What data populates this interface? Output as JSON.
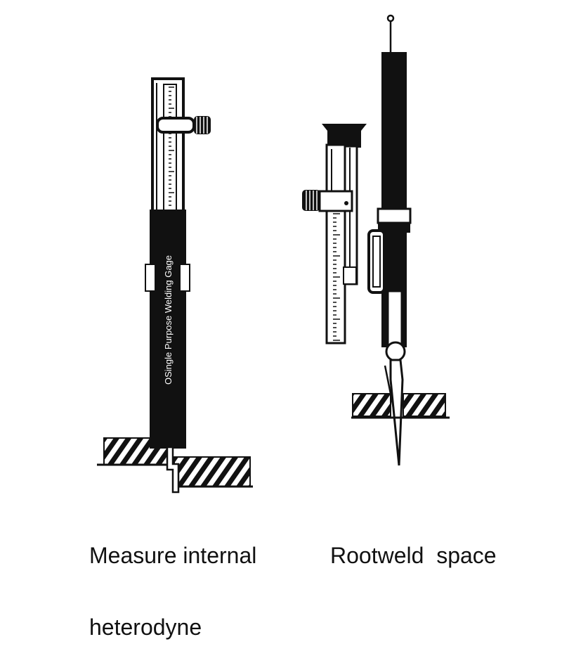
{
  "figures": [
    {
      "id": "left",
      "gage_label": "OSingle Purpose Welding Gage",
      "caption_lines": [
        "Measure internal",
        "heterodyne"
      ]
    },
    {
      "id": "right",
      "caption_lines": [
        "Rootweld  space"
      ]
    }
  ],
  "colors": {
    "ink": "#111111",
    "paper": "#ffffff",
    "gage_label": "#ffffff"
  }
}
